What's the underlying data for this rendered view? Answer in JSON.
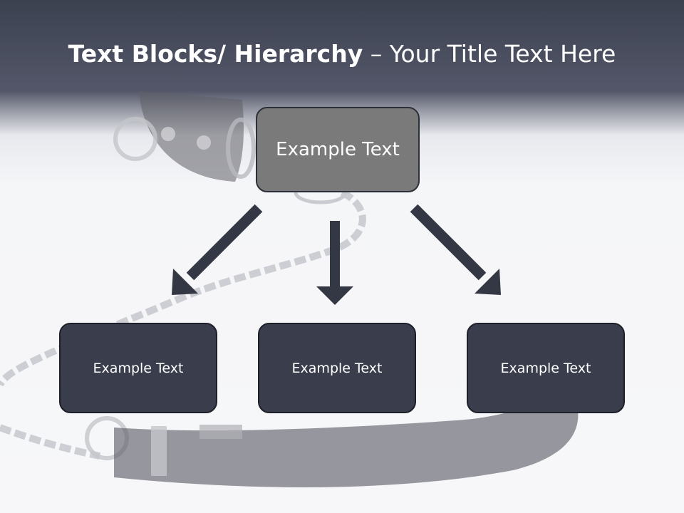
{
  "slide": {
    "title_bold": "Text Blocks/ Hierarchy",
    "title_rest": " – Your Title Text Here"
  },
  "diagram": {
    "root": {
      "label": "Example Text"
    },
    "children": [
      {
        "label": "Example Text"
      },
      {
        "label": "Example Text"
      },
      {
        "label": "Example Text"
      }
    ]
  },
  "colors": {
    "header": "#464b5c",
    "root_box": "#7a7a7a",
    "child_box": "#3a3d4b",
    "arrow": "#343744"
  },
  "background": {
    "image": "collar-and-chain-leash"
  }
}
